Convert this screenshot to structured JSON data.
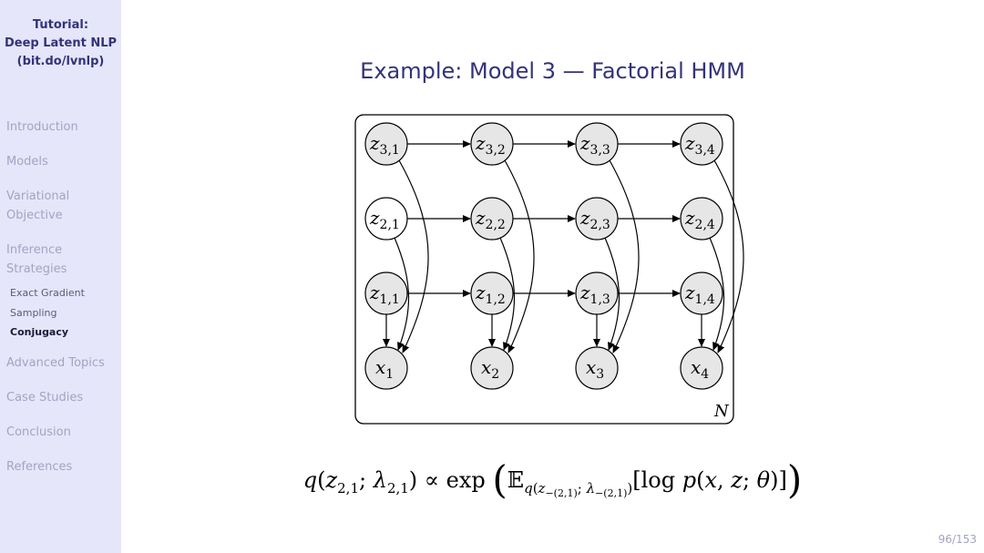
{
  "sidebar": {
    "title_lines": [
      "Tutorial:",
      "Deep Latent NLP",
      "(bit.do/lvnlp)"
    ],
    "sections": [
      {
        "label_lines": [
          "Introduction"
        ]
      },
      {
        "label_lines": [
          "Models"
        ]
      },
      {
        "label_lines": [
          "Variational",
          "Objective"
        ]
      },
      {
        "label_lines": [
          "Inference",
          "Strategies"
        ]
      },
      {
        "label_lines": [
          "Advanced Topics"
        ]
      },
      {
        "label_lines": [
          "Case Studies"
        ]
      },
      {
        "label_lines": [
          "Conclusion"
        ]
      },
      {
        "label_lines": [
          "References"
        ]
      }
    ],
    "subsections": [
      {
        "label": "Exact Gradient",
        "active": false
      },
      {
        "label": "Sampling",
        "active": false
      },
      {
        "label": "Conjugacy",
        "active": true
      }
    ]
  },
  "slide": {
    "title": "Example: Model 3 — Factorial HMM",
    "page_number": "96/153"
  },
  "diagram": {
    "plate_label": "N",
    "columns": 4,
    "latent_chains": [
      3,
      2,
      1
    ],
    "observed_prefix": "x",
    "latent_prefix": "z",
    "unshaded_nodes": [
      "2,1"
    ],
    "colors": {
      "node_fill": "#e6e6e6",
      "unshaded_fill": "#ffffff",
      "stroke": "#000000"
    }
  },
  "formula": {
    "text": "q(z2,1; λ2,1) ∝ exp(Eq(z−(2,1); λ−(2,1))[log p(x, z; θ)])"
  }
}
